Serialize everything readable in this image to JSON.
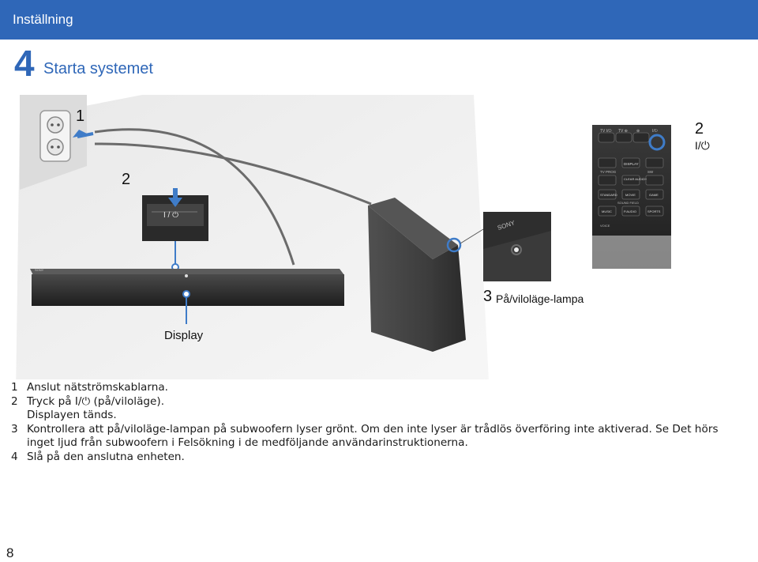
{
  "header": {
    "title": "Inställning"
  },
  "section": {
    "number": "4",
    "title": "Starta systemet"
  },
  "figure": {
    "callout_outlet": "1",
    "callout_button": "2",
    "button_label": "I / ⏻",
    "callout_remote_num": "2",
    "callout_remote_symbol": "I/⏻",
    "callout_lamp_num": "3",
    "callout_lamp_text": "På/viloläge-lampa",
    "callout_display": "Display",
    "remote_buttons": {
      "tv_io": "TV I/⏻",
      "tv_input": "TV ⊕",
      "input": "⊕",
      "power": "I/⏻",
      "display": "DISPLAY",
      "tv_prog": "TV PROG",
      "sw": "SW",
      "clear_audio": "CLEAR AUDIO+",
      "standard": "STANDARD",
      "movie": "MOVIE",
      "game": "GAME",
      "sound_field": "SOUND FIELD",
      "music": "MUSIC",
      "p_audio": "P.AUDIO",
      "sports": "SPORTS",
      "voice": "VOICE"
    },
    "brand_mark": "SONY"
  },
  "steps": [
    {
      "num": "1",
      "text": "Anslut nätströmskablarna."
    },
    {
      "num": "2",
      "text": "Tryck på I/⏻ (på/viloläge).",
      "sub": "Displayen tänds."
    },
    {
      "num": "3",
      "text": "Kontrollera att på/viloläge-lampan på subwoofern lyser grönt. Om den inte lyser är trådlös överföring inte aktiverad. Se Det hörs inget ljud från subwoofern i Felsökning i de medföljande användarinstruktionerna."
    },
    {
      "num": "4",
      "text": "Slå på den anslutna enheten."
    }
  ],
  "page_number": "8",
  "colors": {
    "accent": "#2f67b8",
    "callout_line": "#3f7cc8"
  }
}
